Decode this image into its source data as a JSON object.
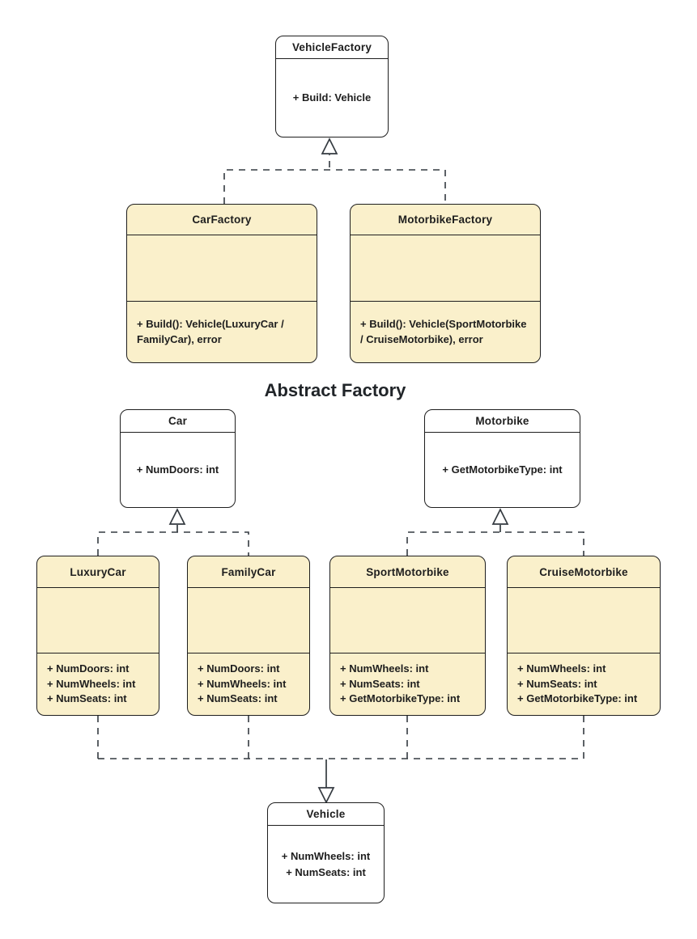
{
  "diagram": {
    "heading": "Abstract Factory",
    "colors": {
      "concrete_fill": "#faf0cb",
      "abstract_fill": "#ffffff",
      "stroke": "#1e1e1e",
      "connector": "#343a40",
      "heading_text": "#212529"
    },
    "classes": {
      "vehicle_factory": {
        "name": "VehicleFactory",
        "members": [
          "+ Build: Vehicle"
        ]
      },
      "car_factory": {
        "name": "CarFactory",
        "methods": [
          "+ Build(): Vehicle(LuxuryCar /",
          "FamilyCar), error"
        ]
      },
      "motorbike_factory": {
        "name": "MotorbikeFactory",
        "methods": [
          "+ Build(): Vehicle(SportMotorbike",
          "/ CruiseMotorbike), error"
        ]
      },
      "car": {
        "name": "Car",
        "members": [
          "+ NumDoors: int"
        ]
      },
      "motorbike": {
        "name": "Motorbike",
        "members": [
          "+ GetMotorbikeType: int"
        ]
      },
      "luxury_car": {
        "name": "LuxuryCar",
        "methods": [
          "+ NumDoors: int",
          "+ NumWheels: int",
          "+ NumSeats: int"
        ]
      },
      "family_car": {
        "name": "FamilyCar",
        "methods": [
          "+ NumDoors: int",
          "+ NumWheels: int",
          "+ NumSeats: int"
        ]
      },
      "sport_motorbike": {
        "name": "SportMotorbike",
        "methods": [
          "+ NumWheels: int",
          "+ NumSeats: int",
          "+ GetMotorbikeType: int"
        ]
      },
      "cruise_motorbike": {
        "name": "CruiseMotorbike",
        "methods": [
          "+ NumWheels: int",
          "+ NumSeats: int",
          "+ GetMotorbikeType: int"
        ]
      },
      "vehicle": {
        "name": "Vehicle",
        "members": [
          "+ NumWheels: int",
          "+ NumSeats: int"
        ]
      }
    }
  }
}
